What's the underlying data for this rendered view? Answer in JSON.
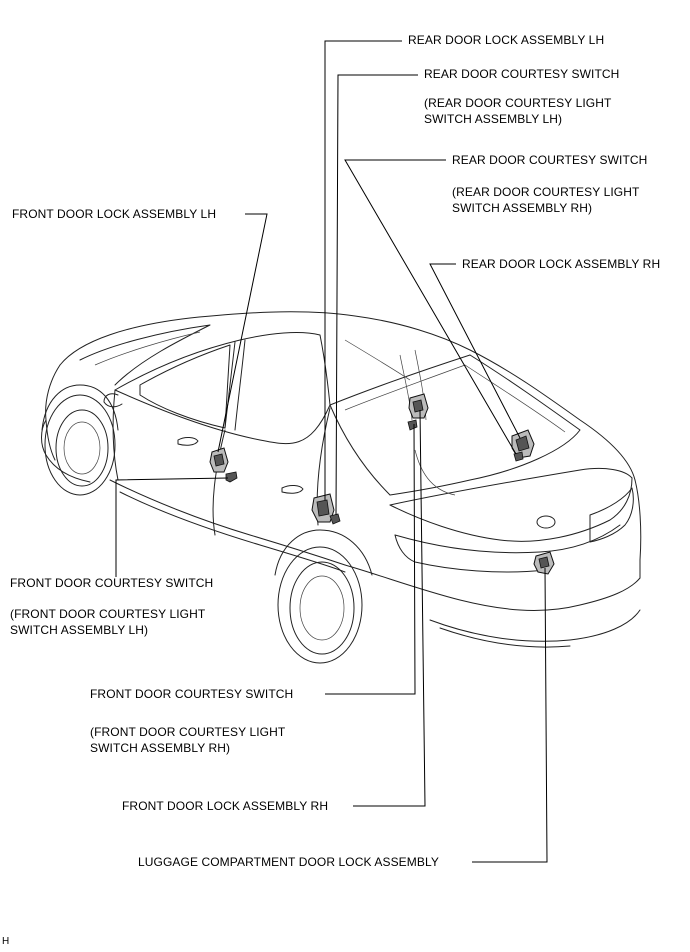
{
  "labels": {
    "rear_lock_lh": "REAR DOOR LOCK  ASSEMBLY LH",
    "rear_courtesy_lh_1": "REAR DOOR COURTESY SWITCH",
    "rear_courtesy_lh_2": "(REAR DOOR COURTESY LIGHT",
    "rear_courtesy_lh_3": "SWITCH ASSEMBLY LH)",
    "rear_courtesy_rh_1": "REAR DOOR COURTESY SWITCH",
    "rear_courtesy_rh_2": "(REAR DOOR COURTESY LIGHT",
    "rear_courtesy_rh_3": "SWITCH ASSEMBLY RH)",
    "rear_lock_rh": "REAR DOOR LOCK ASSEMBLY RH",
    "front_lock_lh": "FRONT DOOR LOCK  ASSEMBLY LH",
    "front_courtesy_lh_1": "FRONT DOOR COURTESY SWITCH",
    "front_courtesy_lh_2": "(FRONT DOOR COURTESY LIGHT",
    "front_courtesy_lh_3": "SWITCH ASSEMBLY LH)",
    "front_courtesy_rh_1": "FRONT DOOR COURTESY SWITCH",
    "front_courtesy_rh_2": "(FRONT DOOR COURTESY LIGHT",
    "front_courtesy_rh_3": "SWITCH ASSEMBLY RH)",
    "front_lock_rh": "FRONT DOOR LOCK ASSEMBLY RH",
    "luggage_lock": "LUGGAGE COMPARTMENT DOOR LOCK  ASSEMBLY",
    "corner_mark": "H"
  }
}
